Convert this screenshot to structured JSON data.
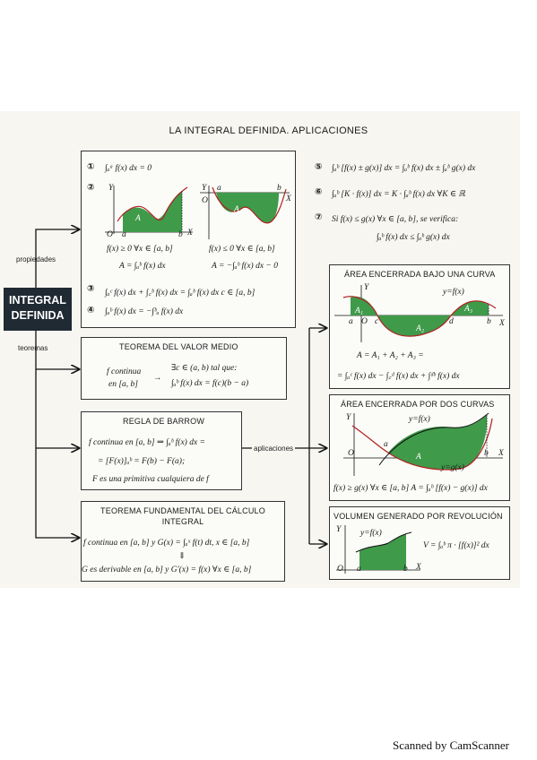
{
  "title": "LA INTEGRAL DEFINIDA. APLICACIONES",
  "main_topic": [
    "INTEGRAL",
    "DEFINIDA"
  ],
  "branch_labels": {
    "properties": "propiedades",
    "theorems": "teoremas",
    "applications": "aplicaciones"
  },
  "properties": {
    "p1": {
      "num": "①",
      "formula": "∫ₐᵃ f(x) dx = 0"
    },
    "p2": {
      "num": "②",
      "axis_y": "Y",
      "axis_x": "X",
      "origin": "O",
      "a": "a",
      "b": "b",
      "area": "A",
      "left_cond": "f(x) ≥ 0  ∀x ∈ [a, b]",
      "left_area": "A = ∫ₐᵇ f(x) dx",
      "right_cond": "f(x) ≤ 0  ∀x ∈ [a, b]",
      "right_area": "A = −∫ₐᵇ f(x) dx − 0"
    },
    "p3": {
      "num": "③",
      "formula": "∫ₐᶜ f(x) dx + ∫꜀ᵇ f(x) dx = ∫ₐᵇ f(x) dx   c ∈ [a, b]"
    },
    "p4": {
      "num": "④",
      "formula": "∫ₐᵇ f(x) dx = −∫ᵇₐ f(x) dx"
    },
    "p5": {
      "num": "⑤",
      "formula": "∫ₐᵇ [f(x) ± g(x)] dx = ∫ₐᵇ f(x) dx ± ∫ₐᵇ g(x) dx"
    },
    "p6": {
      "num": "⑥",
      "formula": "∫ₐᵇ [K · f(x)] dx = K · ∫ₐᵇ f(x) dx    ∀K ∈ ℝ"
    },
    "p7": {
      "num": "⑦",
      "line1": "Si f(x) ≤ g(x)  ∀x ∈ [a, b], se verifica:",
      "line2": "∫ₐᵇ f(x) dx ≤ ∫ₐᵇ g(x) dx"
    }
  },
  "theorems": {
    "mean_value": {
      "title": "TEOREMA DEL VALOR MEDIO",
      "cond1": "f continua",
      "cond2": "en [a, b]",
      "arrow": "→",
      "res1": "∃c ∈ (a, b) tal que:",
      "res2": "∫ₐᵇ f(x) dx = f(c)(b − a)"
    },
    "barrow": {
      "title": "REGLA DE BARROW",
      "line1": "f continua en [a, b]  ⇒  ∫ₐᵇ f(x) dx =",
      "line2": "= [F(x)]ₐᵇ = F(b) − F(a);",
      "line3": "F es una primitiva cualquiera de f"
    },
    "fundamental": {
      "title1": "TEOREMA FUNDAMENTAL DEL CÁLCULO",
      "title2": "INTEGRAL",
      "line1": "f continua en [a, b] y G(x) = ∫ₐˣ f(t) dt, x ∈ [a, b]",
      "arrow": "⇓",
      "line2": "G es derivable en [a, b] y G′(x) = f(x) ∀x ∈ [a, b]"
    }
  },
  "applications": {
    "under_curve": {
      "title": "ÁREA ENCERRADA BAJO UNA CURVA",
      "fx": "y=f(x)",
      "y": "Y",
      "x": "X",
      "o": "O",
      "a": "a",
      "c": "c",
      "d": "d",
      "b": "b",
      "a1": "A₁",
      "a2": "A₂",
      "a3": "A₃",
      "eq1": "A = A₁ + A₂ + A₃ =",
      "eq2": "= ∫ₐᶜ f(x) dx − ∫꜀ᵈ f(x) dx + ∫ᵈᵇ f(x) dx"
    },
    "two_curves": {
      "title": "ÁREA ENCERRADA POR DOS CURVAS",
      "fx": "y=f(x)",
      "gx": "y=g(x)",
      "y": "Y",
      "x": "X",
      "o": "O",
      "a": "a",
      "b": "b",
      "area": "A",
      "eq": "f(x) ≥ g(x) ∀x ∈ [a, b]   A = ∫ₐᵇ [f(x) − g(x)] dx"
    },
    "revolution": {
      "title": "VOLUMEN GENERADO POR REVOLUCIÓN",
      "fx": "y=f(x)",
      "y": "Y",
      "x": "X",
      "o": "O",
      "a": "a",
      "b": "b",
      "eq": "V = ∫ₐᵇ π · [f(x)]² dx"
    }
  },
  "footer": "Scanned by CamScanner",
  "colors": {
    "area_fill": "#3f9a4a",
    "curve": "#b02020",
    "main_box": "#1f2a33"
  }
}
